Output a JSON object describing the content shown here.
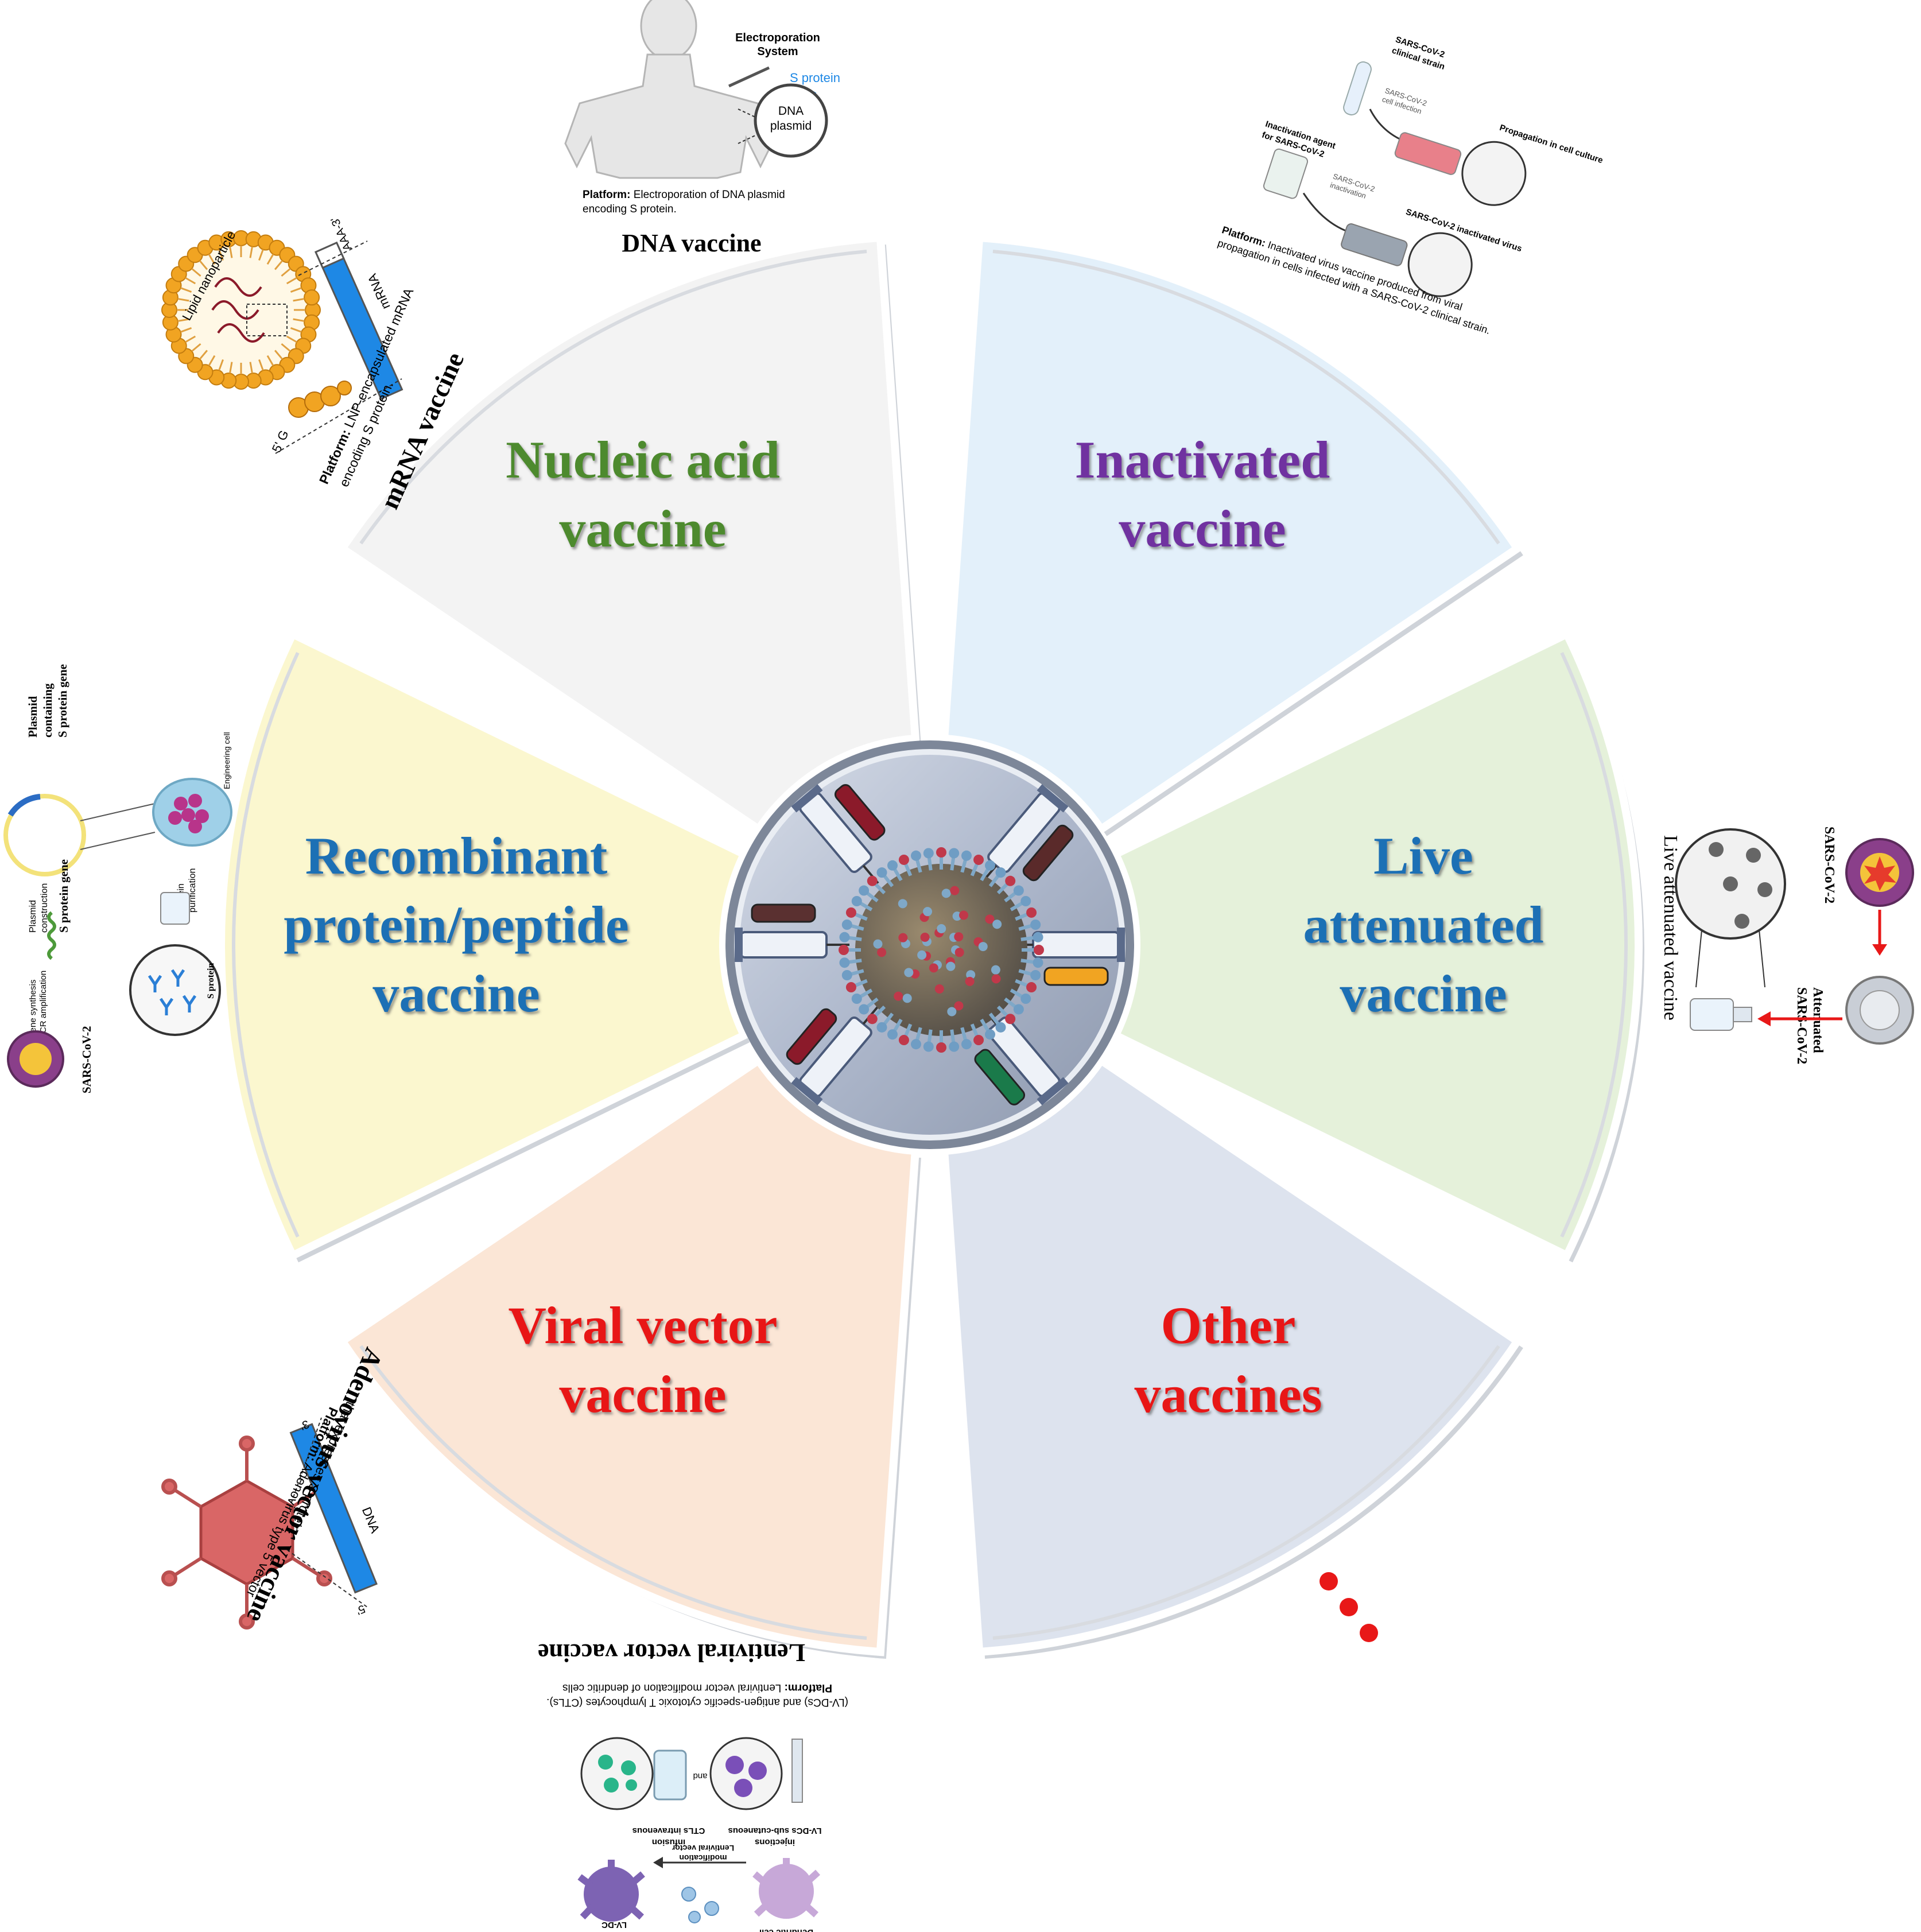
{
  "sectors": [
    {
      "key": "nucleic",
      "lines": [
        "Nucleic acid",
        "vaccine"
      ],
      "fill": "#f3f3f3",
      "text_color": "#4e8a2e"
    },
    {
      "key": "inactivated",
      "lines": [
        "Inactivated",
        "vaccine"
      ],
      "fill": "#e3f0fa",
      "text_color": "#7030a0"
    },
    {
      "key": "live",
      "lines": [
        "Live",
        "attenuated",
        "vaccine"
      ],
      "fill": "#e5f1da",
      "text_color": "#1f6fb5"
    },
    {
      "key": "other",
      "lines": [
        "Other",
        "vaccines"
      ],
      "fill": "#dde3ee",
      "text_color": "#e81818"
    },
    {
      "key": "viral",
      "lines": [
        "Viral vector",
        "vaccine"
      ],
      "fill": "#fbe6d6",
      "text_color": "#e81818"
    },
    {
      "key": "recombinant",
      "lines": [
        "Recombinant",
        "protein/peptide",
        "vaccine"
      ],
      "fill": "#fbf7cf",
      "text_color": "#1f6fb5"
    }
  ],
  "dna": {
    "title": "DNA vaccine",
    "system": [
      "Electroporation",
      "System"
    ],
    "s_protein": "S protein",
    "plasmid": [
      "DNA",
      "plasmid"
    ],
    "platform_label": "Platform:",
    "platform_text": [
      "Electroporation of DNA plasmid",
      "encoding S protein."
    ]
  },
  "mrna": {
    "title": "mRNA vaccine",
    "lnp": "Lipid nanoparticle",
    "cap": "5' G",
    "tail": "AAA-3'",
    "mrna": "mRNA",
    "platform_label": "Platform:",
    "platform_text": [
      "LNP-encapsulated mRNA",
      "encoding S protein."
    ]
  },
  "inactivated": {
    "strain": [
      "SARS-CoV-2",
      "clinical strain"
    ],
    "infection": [
      "SARS-CoV-2",
      "cell infection"
    ],
    "propagation": "Propagation in cell culture",
    "agent": [
      "Inactivation agent",
      "for SARS-CoV-2"
    ],
    "inactivation": [
      "SARS-CoV-2",
      "inactivation"
    ],
    "virus": "SARS-CoV-2 inactivated virus",
    "platform_label": "Platform:",
    "platform_text": [
      "Inactivated virus vaccine produced from viral",
      "propagation in cells infected with a SARS-CoV-2 clinical strain."
    ]
  },
  "live": {
    "title": "Live attenuated vaccine",
    "virus": "SARS-CoV-2",
    "attenuated": [
      "Attenuated",
      "SARS-CoV-2"
    ]
  },
  "recombinant": {
    "plasmid": [
      "Plasmid",
      "containing",
      "S protein gene"
    ],
    "cell": "Engineering cell",
    "construction": [
      "Plasmid",
      "construction"
    ],
    "gene": "S protein gene",
    "synthesis": [
      "Gene synthesis",
      "PCR amplification"
    ],
    "purification": [
      "Protein",
      "purification"
    ],
    "s_protein": "S protein",
    "virus": "SARS-CoV-2"
  },
  "adeno": {
    "title": "Adenovirus vector vaccine",
    "platform_label": "Platform:",
    "platform_text": [
      "Adenovirus type 5 vector",
      "that expresses S protein."
    ],
    "dna": "DNA",
    "five": "5'",
    "three": "3'"
  },
  "lenti": {
    "title": "Lentiviral vector vaccine",
    "platform_label": "Platform:",
    "platform_text": [
      "Lentiviral vector modification of dendritic cells",
      "(LV-DCs) and antigen-specific cytotoxic T lymphocytes (CTLs)."
    ],
    "sub": [
      "LV-DCs sub-cutaneous",
      "injections"
    ],
    "and": "and",
    "ctl": [
      "CTLs intravenous",
      "infusion"
    ],
    "mod": [
      "Lentiviral vector",
      "modification"
    ],
    "dendritic": "Dendritic cell",
    "lvdc": "LV-DC"
  },
  "colors": {
    "rim": "#c9cdd3",
    "hub": "#b3bdcf",
    "hub_ring": "#6f7a8c",
    "accent_red": "#e81818",
    "virus_purple": "#8a3f8a",
    "virus_yellow": "#f4c43a",
    "lnp_orange": "#f1a422"
  }
}
